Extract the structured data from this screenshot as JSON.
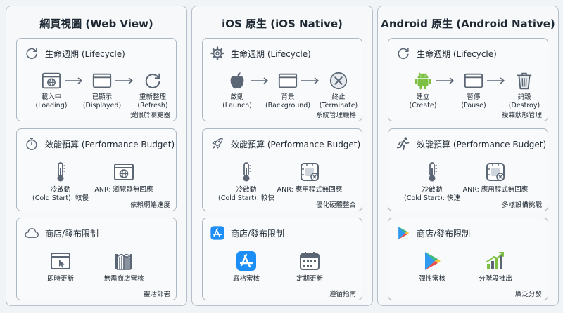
{
  "colors": {
    "stroke": "#5b6675",
    "panel_border": "#b7c0ca",
    "ios_blue": "#1c8ef5",
    "android_green": "#7cc043",
    "play_blue": "#2f9bf0",
    "play_green": "#3cb878",
    "play_yellow": "#f7c23b",
    "play_red": "#ea4b4b"
  },
  "columns": [
    {
      "title": "網頁視圖 (Web View)",
      "lifecycle": {
        "title": "生命週期 (Lifecycle)",
        "icon": "refresh-icon",
        "steps": [
          {
            "icon": "browser-globe-icon",
            "label_zh": "載入中",
            "label_en": "(Loading)"
          },
          {
            "icon": "browser-window-icon",
            "label_zh": "已顯示",
            "label_en": "(Displayed)"
          },
          {
            "icon": "refresh-icon",
            "label_zh": "重新整理",
            "label_en": "(Refresh)"
          }
        ],
        "note": "受限於瀏覽器"
      },
      "performance": {
        "title": "效能預算 (Performance Budget)",
        "icon": "stopwatch-icon",
        "items": [
          {
            "icon": "thermometer-icon",
            "line1": "冷啟動",
            "line2": "(Cold Start): 較慢"
          },
          {
            "icon": "browser-globe-icon",
            "line1": "ANR: 瀏覽器無回應",
            "line2": ""
          }
        ],
        "note": "依賴網絡速度"
      },
      "store": {
        "title": "商店/發布限制",
        "icon": "cloud-icon",
        "items": [
          {
            "icon": "browser-cursor-icon",
            "label": "即時更新"
          },
          {
            "icon": "open-gate-icon",
            "label": "無需商店審核"
          }
        ],
        "note": "靈活部署"
      }
    },
    {
      "title": "iOS 原生 (iOS Native)",
      "lifecycle": {
        "title": "生命週期 (Lifecycle)",
        "icon": "gear-icon",
        "steps": [
          {
            "icon": "apple-icon",
            "label_zh": "啟動",
            "label_en": "(Launch)"
          },
          {
            "icon": "browser-window-icon",
            "label_zh": "背景",
            "label_en": "(Background)"
          },
          {
            "icon": "close-circle-icon",
            "label_zh": "終止",
            "label_en": "(Terminate)"
          }
        ],
        "note": "系統管理嚴格"
      },
      "performance": {
        "title": "效能預算 (Performance Budget)",
        "icon": "rocket-icon",
        "items": [
          {
            "icon": "thermometer-icon",
            "line1": "冷啟動",
            "line2": "(Cold Start): 較快"
          },
          {
            "icon": "anr-chip-icon",
            "line1": "ANR: 應用程式無回應",
            "line2": ""
          }
        ],
        "note": "優化硬體整合"
      },
      "store": {
        "title": "商店/發布限制",
        "icon": "app-store-icon",
        "items": [
          {
            "icon": "app-store-icon",
            "label": "嚴格審核"
          },
          {
            "icon": "calendar-icon",
            "label": "定期更新"
          }
        ],
        "note": "遵循指南"
      }
    },
    {
      "title": "Android 原生 (Android Native)",
      "lifecycle": {
        "title": "生命週期 (Lifecycle)",
        "icon": "refresh-icon",
        "steps": [
          {
            "icon": "android-icon",
            "label_zh": "建立",
            "label_en": "(Create)"
          },
          {
            "icon": "browser-window-icon",
            "label_zh": "暫停",
            "label_en": "(Pause)"
          },
          {
            "icon": "trash-icon",
            "label_zh": "銷毀",
            "label_en": "(Destroy)"
          }
        ],
        "note": "複雜狀態管理"
      },
      "performance": {
        "title": "效能預算 (Performance Budget)",
        "icon": "runner-icon",
        "items": [
          {
            "icon": "thermometer-icon",
            "line1": "冷啟動",
            "line2": "(Cold Start): 快速"
          },
          {
            "icon": "anr-chip-icon",
            "line1": "ANR: 應用程式無回應",
            "line2": ""
          }
        ],
        "note": "多樣設備挑戰"
      },
      "store": {
        "title": "商店/發布限制",
        "icon": "play-store-icon",
        "items": [
          {
            "icon": "play-store-icon",
            "label": "彈性審核"
          },
          {
            "icon": "bar-growth-icon",
            "label": "分階段推出"
          }
        ],
        "note": "廣泛分發"
      }
    }
  ]
}
